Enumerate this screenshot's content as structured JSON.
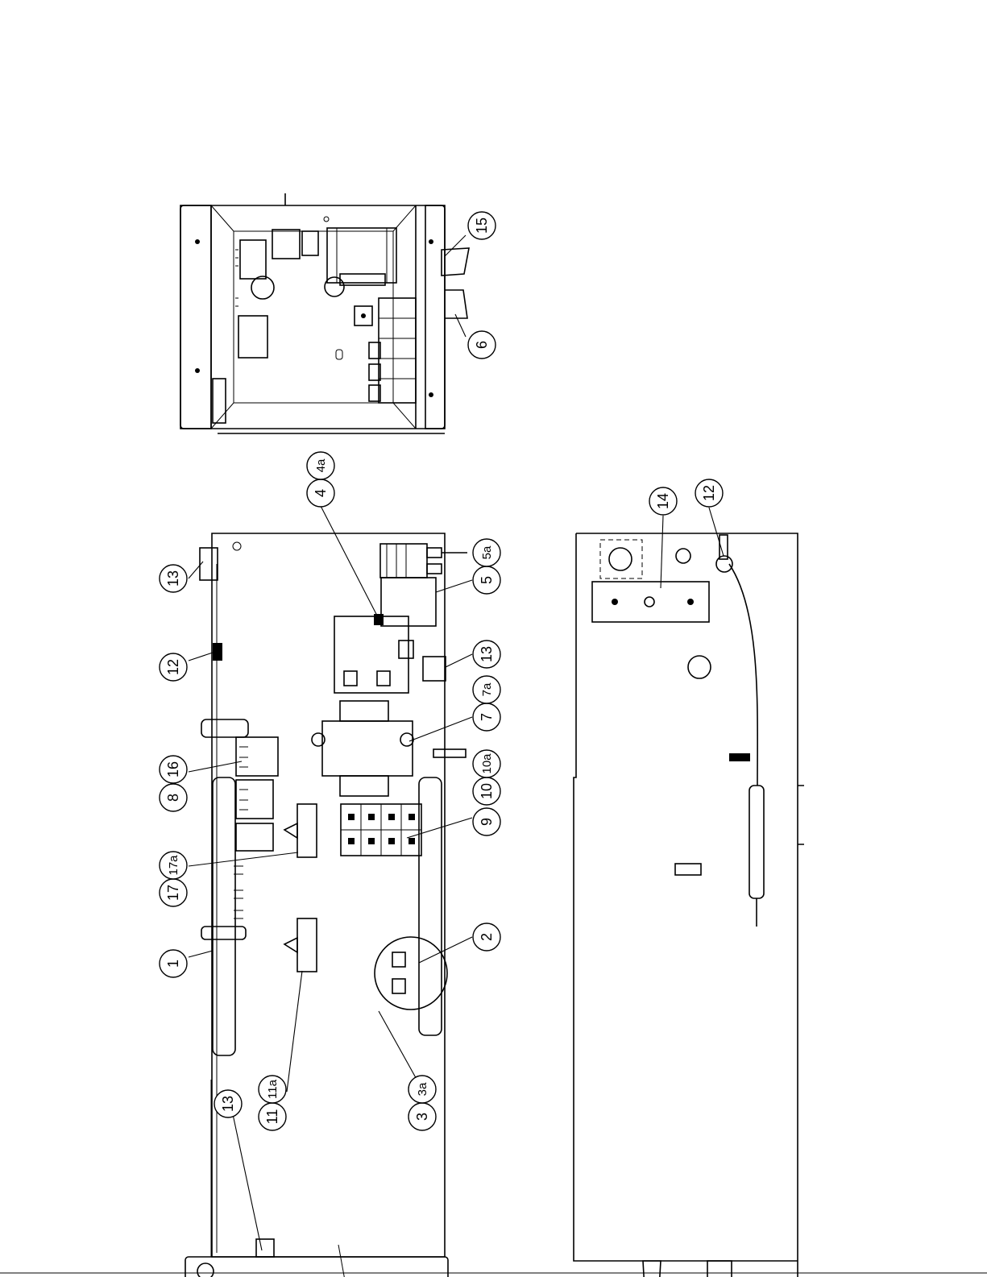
{
  "callouts": {
    "c15": "15",
    "c6": "6",
    "c4": "4",
    "c4a": "4a",
    "c5": "5",
    "c5a": "5a",
    "c13_top": "13",
    "c13_mid": "13",
    "c13_low": "13",
    "c12_left": "12",
    "c12_right": "12",
    "c14": "14",
    "c7": "7",
    "c7a": "7a",
    "c8": "8",
    "c16": "16",
    "c10": "10",
    "c10a": "10a",
    "c9": "9",
    "c17": "17",
    "c17a": "17a",
    "c1": "1",
    "c2": "2",
    "c11": "11",
    "c11a": "11a",
    "c3": "3",
    "c3a": "3a"
  }
}
